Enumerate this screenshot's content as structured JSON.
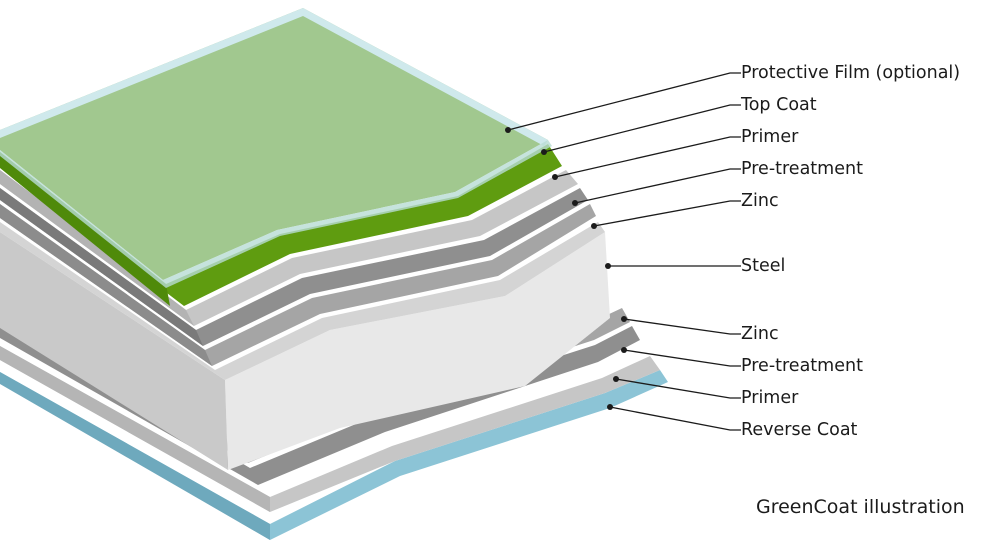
{
  "caption": "GreenCoat illustration",
  "layers": [
    {
      "label": "Protective Film (optional)",
      "side": "top"
    },
    {
      "label": "Top Coat",
      "side": "top"
    },
    {
      "label": "Primer",
      "side": "top"
    },
    {
      "label": "Pre-treatment",
      "side": "top"
    },
    {
      "label": "Zinc",
      "side": "top"
    },
    {
      "label": "Steel",
      "side": "core"
    },
    {
      "label": "Zinc",
      "side": "bottom"
    },
    {
      "label": "Pre-treatment",
      "side": "bottom"
    },
    {
      "label": "Primer",
      "side": "bottom"
    },
    {
      "label": "Reverse Coat",
      "side": "bottom"
    }
  ],
  "colors": {
    "protective_film": "#a1c88f",
    "protective_film_edge": "#cfe9ec",
    "top_coat": "#5f9c10",
    "primer": "#c6c6c6",
    "pretreatment": "#8f8f8f",
    "zinc": "#a5a5a5",
    "steel": "#dedede",
    "reverse_coat": "#8cc4d6",
    "leader_line": "#1b1b1b"
  }
}
